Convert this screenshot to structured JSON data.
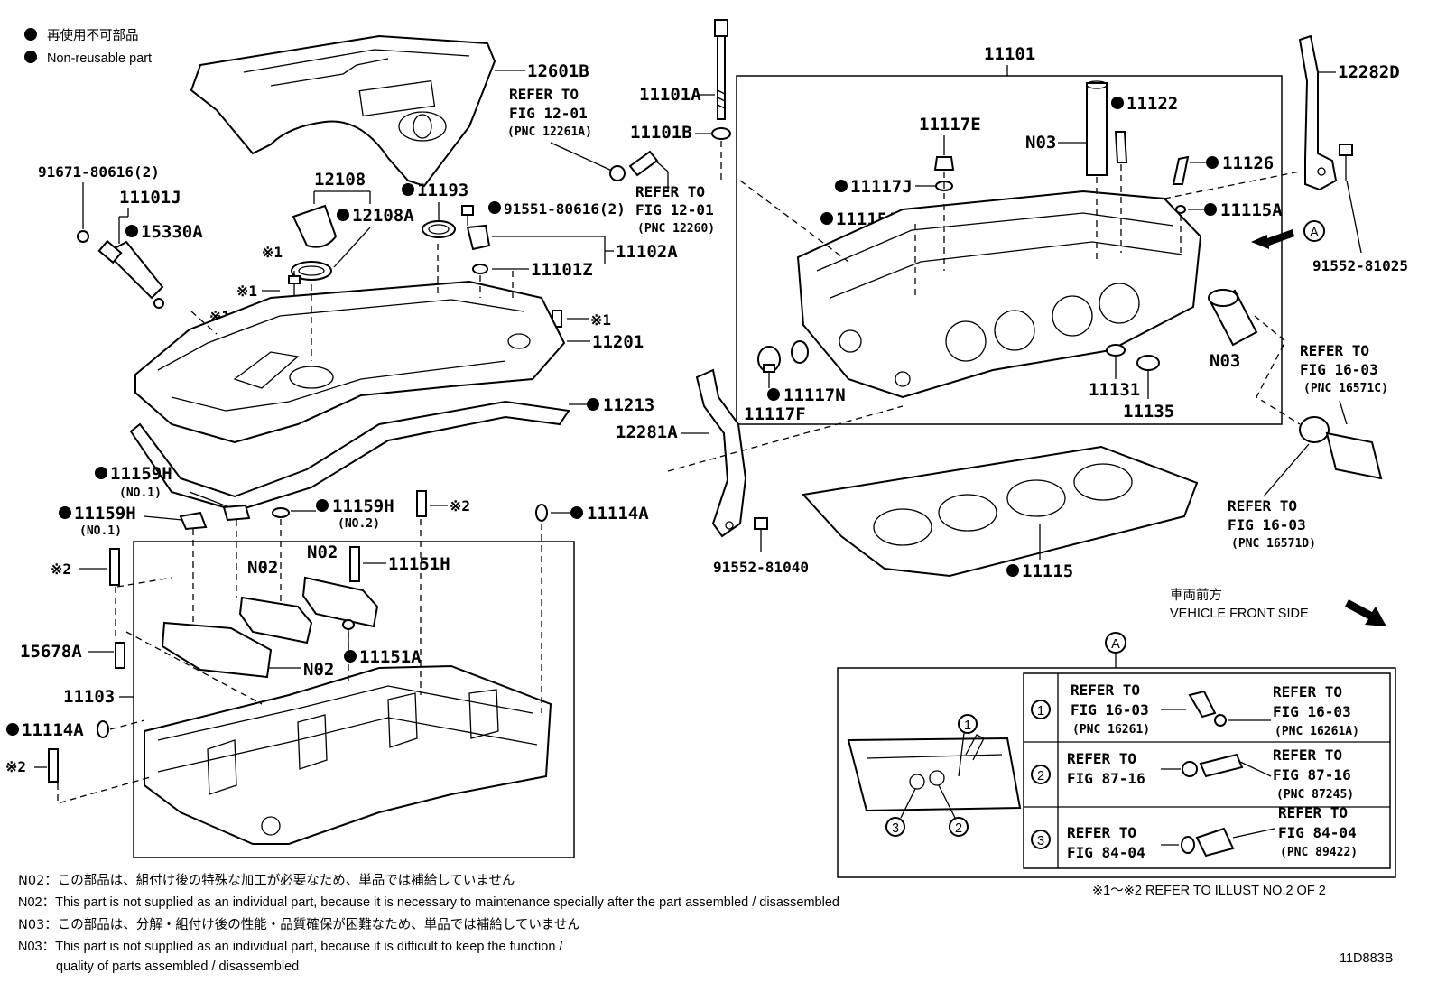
{
  "legend": {
    "mark_ja": "再使用不可部品",
    "mark_en": "Non-reusable part"
  },
  "labels": {
    "p12601B": "12601B",
    "p91671": "91671-80616(2)",
    "p11101J": "11101J",
    "p15330A": "15330A",
    "p12108": "12108",
    "p12108A": "12108A",
    "p11193": "11193",
    "p91551": "91551-80616(2)",
    "p11102A": "11102A",
    "p11101Z": "11101Z",
    "p11201": "11201",
    "p11213": "11213",
    "p11159H_a": "11159H",
    "p11159H_a_sub": "(NO.1)",
    "p11159H_b": "11159H",
    "p11159H_b_sub": "(NO.1)",
    "p11159H_c": "11159H",
    "p11159H_c_sub": "(NO.2)",
    "p11114A_a": "11114A",
    "p11114A_b": "11114A",
    "p11151H": "11151H",
    "p11151A": "11151A",
    "p15678A": "15678A",
    "p11103": "11103",
    "n02_a": "N02",
    "n02_b": "N02",
    "n02_c": "N02",
    "p11101A": "11101A",
    "p11101B": "11101B",
    "p11101": "11101",
    "p11117E": "11117E",
    "p11117J": "11117J",
    "p11115A_a": "11115A",
    "p11115A_b": "11115A",
    "n03_a": "N03",
    "n03_b": "N03",
    "p11122": "11122",
    "p11126": "11126",
    "p12282D": "12282D",
    "p91552_81025": "91552-81025",
    "p11117N": "11117N",
    "p11117F": "11117F",
    "p11131": "11131",
    "p11135": "11135",
    "p12281A": "12281A",
    "p91552_81040": "91552-81040",
    "p11115": "11115",
    "mark_1": "※1",
    "mark_2": "※2",
    "view_a": "A"
  },
  "refers": {
    "ref1_l1": "REFER TO",
    "ref1_l2": "FIG 12-01",
    "ref1_l3": "(PNC 12261A)",
    "ref2_l1": "REFER TO",
    "ref2_l2": "FIG 12-01",
    "ref2_l3": "(PNC 12260)",
    "ref3_l1": "REFER TO",
    "ref3_l2": "FIG 16-03",
    "ref3_l3": "(PNC 16571C)",
    "ref4_l1": "REFER TO",
    "ref4_l2": "FIG 16-03",
    "ref4_l3": "(PNC 16571D)"
  },
  "front": {
    "ja": "車両前方",
    "en": "VEHICLE FRONT SIDE"
  },
  "detail_a": {
    "title": "A",
    "rows": [
      {
        "num": "1",
        "left_l1": "REFER TO",
        "left_l2": "FIG 16-03",
        "left_l3": "(PNC 16261)",
        "right_l1": "REFER TO",
        "right_l2": "FIG 16-03",
        "right_l3": "(PNC 16261A)"
      },
      {
        "num": "2",
        "left_l1": "REFER TO",
        "left_l2": "FIG 87-16",
        "left_l3": "",
        "right_l1": "REFER TO",
        "right_l2": "FIG 87-16",
        "right_l3": "(PNC 87245)"
      },
      {
        "num": "3",
        "left_l1": "REFER TO",
        "left_l2": "FIG 84-04",
        "left_l3": "",
        "right_l1": "REFER TO",
        "right_l2": "FIG 84-04",
        "right_l3": "(PNC 89422)"
      }
    ],
    "inset_callouts": [
      "1",
      "2",
      "3"
    ]
  },
  "refer_illust": "※1～※2  REFER TO ILLUST NO.2 OF 2",
  "notes": {
    "n02_ja": "N02：この部品は、組付け後の特殊な加工が必要なため、単品では補給していません",
    "n02_en": "N02：This part is not supplied as an individual part, because it is necessary to maintenance specially after the part assembled / disassembled",
    "n03_ja": "N03：この部品は、分解・組付け後の性能・品質確保が困難なため、単品では補給していません",
    "n03_en_l1": "N03：This part is not supplied as an individual part, because it is difficult to keep the function /",
    "n03_en_l2": "quality of parts  assembled / disassembled"
  },
  "drawing_id": "11D883B"
}
